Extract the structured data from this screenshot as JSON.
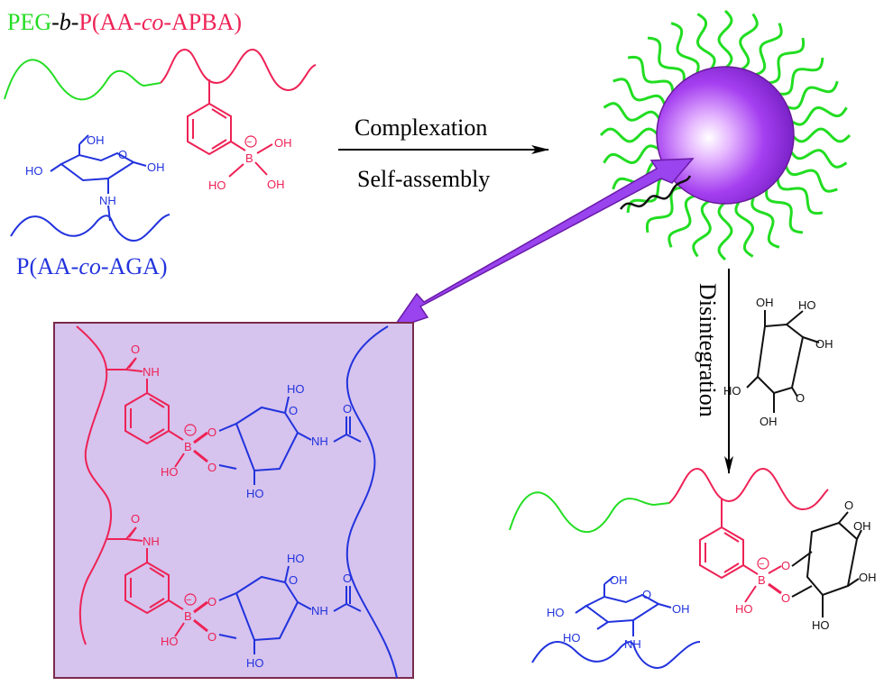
{
  "title": {
    "peg": "PEG",
    "sep1": "-",
    "b": "b",
    "sep2": "-",
    "p_open": "P(AA-",
    "co": "co",
    "p_close": "-APBA)"
  },
  "polymer2": {
    "p_open": "P(AA-",
    "co": "co",
    "p_close": "-AGA)"
  },
  "arrow_labels": {
    "complexation": "Complexation",
    "self_assembly": "Self-assembly",
    "disintegration": "Disintegration"
  },
  "chem": {
    "oh": "OH",
    "ho": "HO",
    "nh": "NH",
    "b": "B",
    "o": "O",
    "minus": "−"
  },
  "colors": {
    "peg_green": "#22dd22",
    "apba_red": "#ee2255",
    "aga_blue": "#2233dd",
    "micelle_purple": "#9933ee",
    "box_fill": "#d6c3ee",
    "box_border": "#7a2a4a",
    "arrow_purple": "#9944ee"
  }
}
